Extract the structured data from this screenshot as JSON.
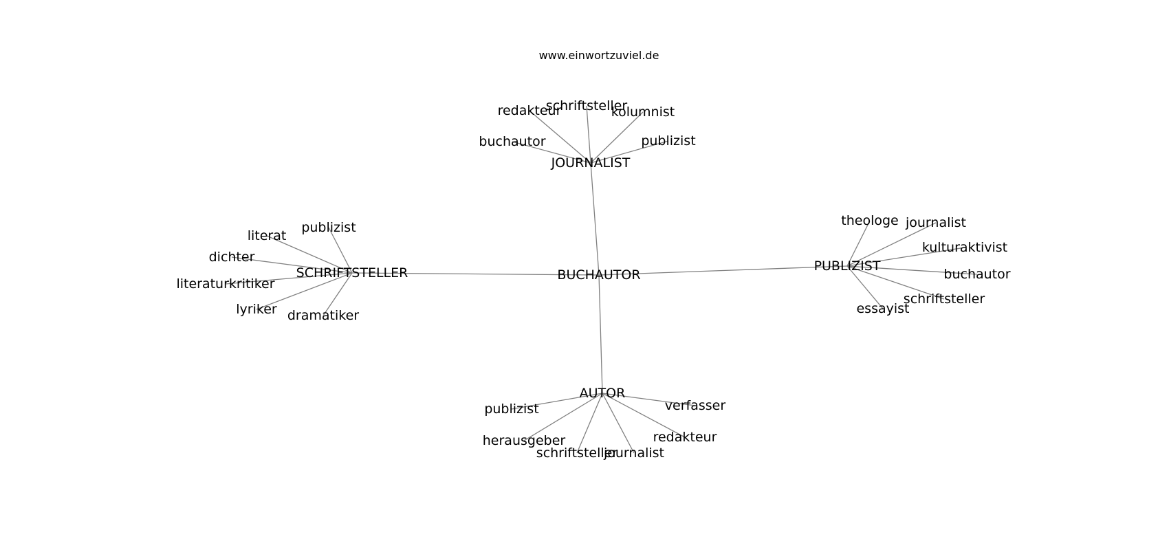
{
  "header": {
    "source": "www.einwortzuviel.de"
  },
  "graph": {
    "edge_color": "#808080",
    "text_color": "#000000",
    "center": "BUCHAUTOR",
    "hubs": [
      {
        "label": "JOURNALIST",
        "leaves": [
          "buchautor",
          "redakteur",
          "schriftsteller",
          "kolumnist",
          "publizist"
        ]
      },
      {
        "label": "SCHRIFTSTELLER",
        "leaves": [
          "literat",
          "publizist",
          "dichter",
          "literaturkritiker",
          "lyriker",
          "dramatiker"
        ]
      },
      {
        "label": "PUBLIZIST",
        "leaves": [
          "theologe",
          "journalist",
          "kulturaktivist",
          "buchautor",
          "schriftsteller",
          "essayist"
        ]
      },
      {
        "label": "AUTOR",
        "leaves": [
          "publizist",
          "herausgeber",
          "schriftsteller",
          "journalist",
          "redakteur",
          "verfasser"
        ]
      }
    ]
  }
}
